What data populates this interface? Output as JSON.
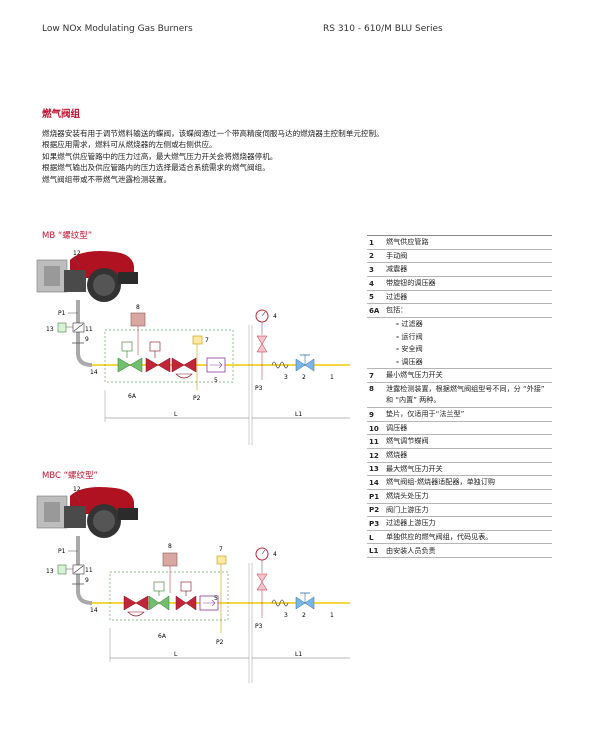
{
  "header": {
    "left": "Low NOx Modulating Gas Burners",
    "right": "RS 310 - 610/M BLU Series"
  },
  "section_title": "燃气阀组",
  "intro_lines": [
    "燃烧器安装有用于调节燃料输送的蝶阀，该蝶阀通过一个带高精度伺服马达的燃烧器主控制单元控制。",
    "根据应用需求，燃料可从燃烧器的左侧或右侧供应。",
    "如果燃气供应管路中的压力过高，最大燃气压力开关会将燃烧器停机。",
    "根据燃气输出及供应管路内的压力选择最适合系统需求的燃气阀组。",
    "燃气阀组带或不带燃气泄露检测装置。"
  ],
  "diagrams": {
    "mb": {
      "title": "MB “螺纹型”",
      "labels": {
        "n12": "12",
        "n8": "8",
        "n4": "4",
        "p1": "P1",
        "n13": "13",
        "n11": "11",
        "n9": "9",
        "n7": "7",
        "n3": "3",
        "n2": "2",
        "n1": "1",
        "n14": "14",
        "n5": "5",
        "n6a": "6A",
        "p2": "P2",
        "p3": "P3",
        "l": "L",
        "l1": "L1"
      }
    },
    "mbc": {
      "title": "MBC “螺纹型”",
      "labels": {
        "n12": "12",
        "n8": "8",
        "n7": "7",
        "n4": "4",
        "p1": "P1",
        "n13": "13",
        "n11": "11",
        "n9": "9",
        "n3": "3",
        "n2": "2",
        "n1": "1",
        "n14": "14",
        "n5": "5",
        "n6a": "6A",
        "p2": "P2",
        "p3": "P3",
        "l": "L",
        "l1": "L1"
      }
    }
  },
  "legend": [
    {
      "n": "1",
      "t": "燃气供应管路"
    },
    {
      "n": "2",
      "t": "手动阀"
    },
    {
      "n": "3",
      "t": "减震器"
    },
    {
      "n": "4",
      "t": "带旋钮的调压器"
    },
    {
      "n": "5",
      "t": "过滤器"
    },
    {
      "n": "6A",
      "t": "包括："
    },
    {
      "n": "",
      "t": "过滤器",
      "sub": true
    },
    {
      "n": "",
      "t": "运行阀",
      "sub": true
    },
    {
      "n": "",
      "t": "安全阀",
      "sub": true
    },
    {
      "n": "",
      "t": "调压器",
      "sub": true,
      "last": true
    },
    {
      "n": "7",
      "t": "最小燃气压力开关"
    },
    {
      "n": "8",
      "t": "泄露检测装置，根据燃气阀组型号不同，分 “外接” 和 “内置” 两种。",
      "wrap": true
    },
    {
      "n": "9",
      "t": "垫片，仅适用于“法兰型”"
    },
    {
      "n": "10",
      "t": "调压器"
    },
    {
      "n": "11",
      "t": "燃气调节蝶阀"
    },
    {
      "n": "12",
      "t": "燃烧器"
    },
    {
      "n": "13",
      "t": "最大燃气压力开关"
    },
    {
      "n": "14",
      "t": "燃气阀组-燃烧器适配器，单独订购"
    },
    {
      "n": "P1",
      "t": "燃烧头处压力"
    },
    {
      "n": "P2",
      "t": "阀门上游压力"
    },
    {
      "n": "P3",
      "t": "过滤器上游压力"
    },
    {
      "n": "L",
      "t": "单独供应的燃气阀组，代码见表。"
    },
    {
      "n": "L1",
      "t": "由安装人员负责"
    }
  ]
}
